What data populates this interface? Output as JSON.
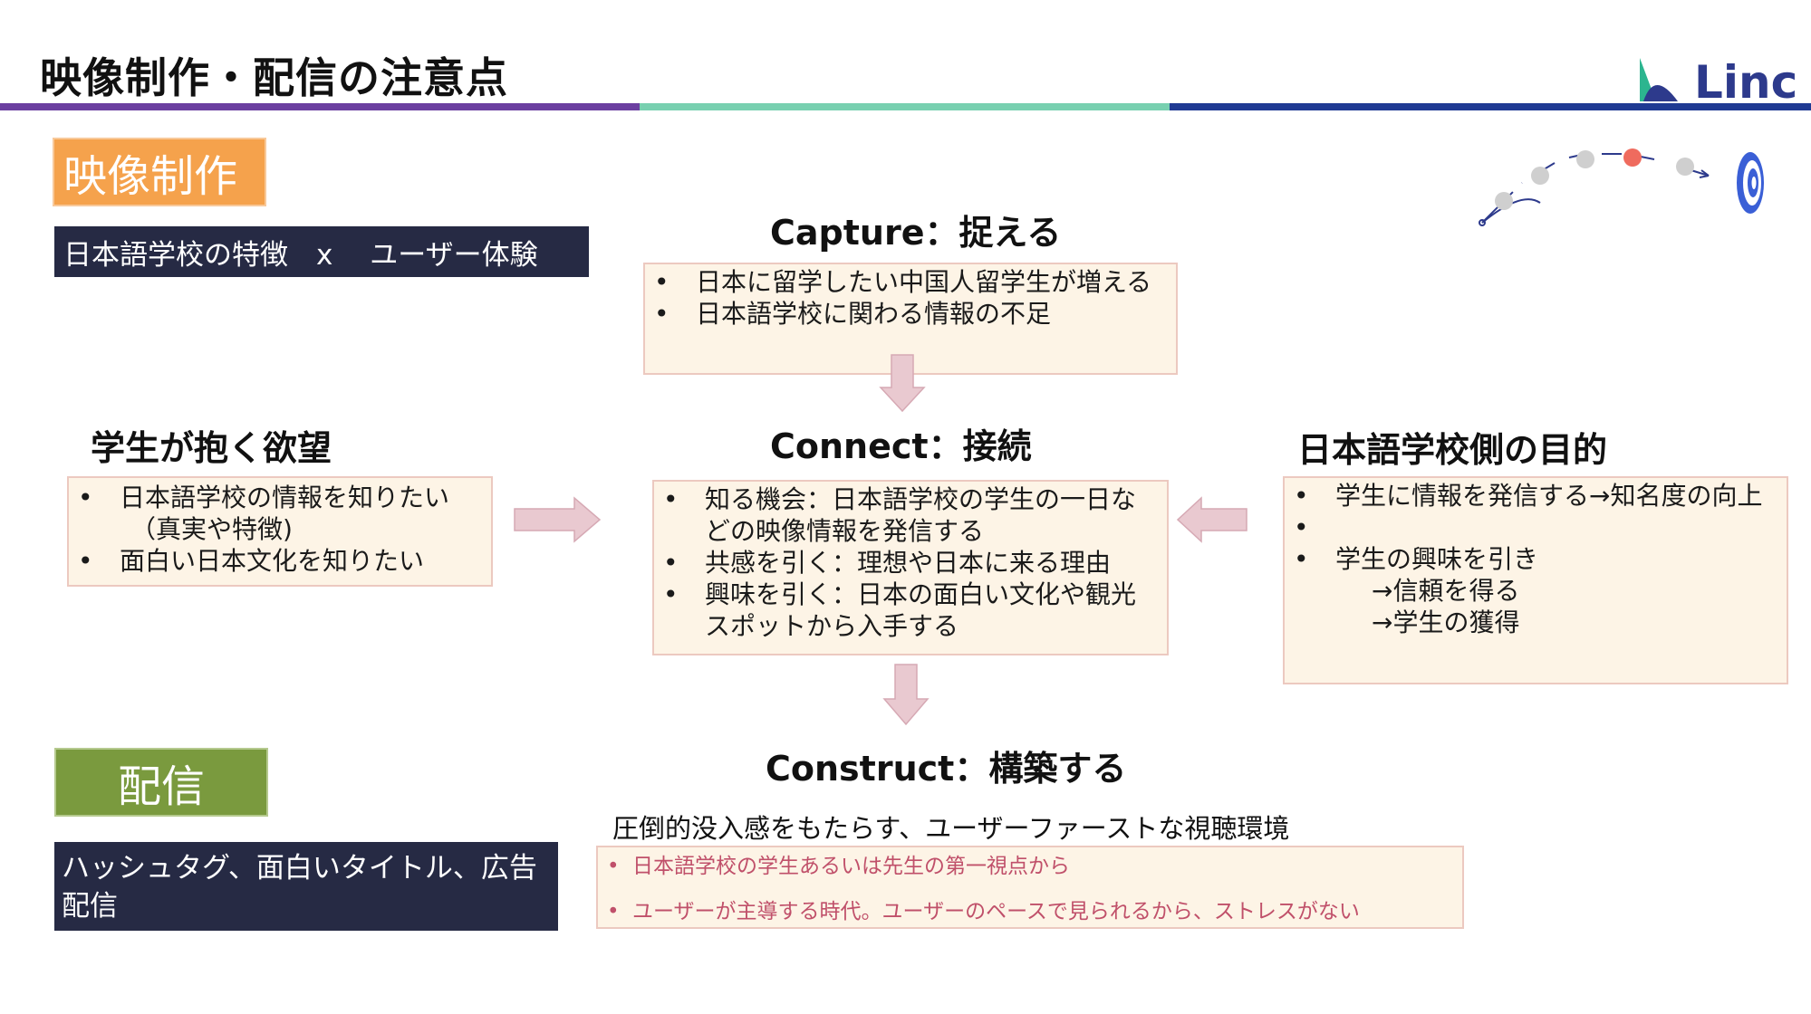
{
  "header": {
    "title": "映像制作・配信の注意点",
    "bar_colors": [
      "#6b3fa0",
      "#78d0b0",
      "#1f3a93"
    ]
  },
  "logo": {
    "text": "Linc",
    "brand_color": "#2d3a8c",
    "accent_color": "#2cb58f",
    "icon": "linc-logo-icon"
  },
  "journey_graphic": {
    "icon": "customer-journey-target-icon"
  },
  "left": {
    "video_tag": "映像制作",
    "video_banner": "日本語学校の特徴　x　 ユーザー体験",
    "desire_heading": "学生が抱く欲望",
    "desire_items": [
      {
        "text": "日本語学校の情報を知りたい",
        "sub": "（真実や特徴)"
      },
      {
        "text": "面白い日本文化を知りたい"
      }
    ],
    "delivery_tag": "配信",
    "delivery_banner": "ハッシュタグ、面白いタイトル、広告配信"
  },
  "center": {
    "capture_heading": "Capture：捉える",
    "capture_items": [
      "日本に留学したい中国人留学生が増える",
      "日本語学校に関わる情報の不足"
    ],
    "connect_heading": "Connect：接続",
    "connect_items": [
      "知る機会：日本語学校の学生の一日などの映像情報を発信する",
      "共感を引く：理想や日本に来る理由",
      "興味を引く：日本の面白い文化や観光スポットから入手する"
    ],
    "construct_heading": "Construct：構築する",
    "construct_subtitle": "圧倒的没入感をもたらす、ユーザーファーストな視聴環境",
    "construct_items": [
      "日本語学校の学生あるいは先生の第一視点から",
      "ユーザーが主導する時代。ユーザーのペースで見られるから、ストレスがない"
    ]
  },
  "right": {
    "goal_heading": "日本語学校側の目的",
    "goal_item1": "学生に情報を発信する→知名度の向上",
    "goal_item2": "学生の興味を引き",
    "goal_sub1": "→信頼を得る",
    "goal_sub2": "→学生の獲得"
  },
  "colors": {
    "arrow_fill": "#e9c9d0",
    "box_fill": "#fdf4e6",
    "box_border": "#ecc9c0",
    "orange": "#f5a24c",
    "green": "#7a9a3e",
    "navy": "#262a44"
  }
}
